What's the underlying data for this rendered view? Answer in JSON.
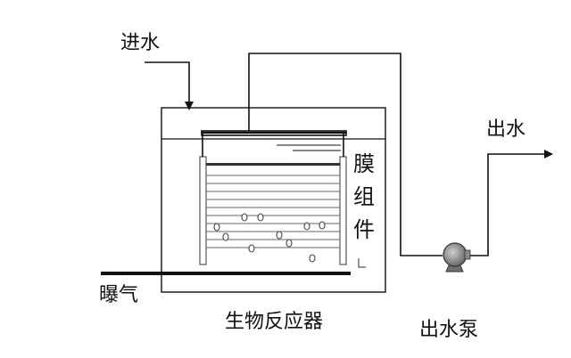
{
  "labels": {
    "inlet": "进水",
    "outlet": "出水",
    "membrane_1": "膜",
    "membrane_2": "组",
    "membrane_3": "件",
    "aeration": "曝气",
    "reactor": "生物反应器",
    "pump": "出水泵"
  },
  "colors": {
    "line": "#111111",
    "module_frame": "#555555",
    "membrane_sheet": "#666666",
    "bubble": "#444444",
    "pump_fill": "#8a8a8a",
    "background": "#ffffff"
  }
}
